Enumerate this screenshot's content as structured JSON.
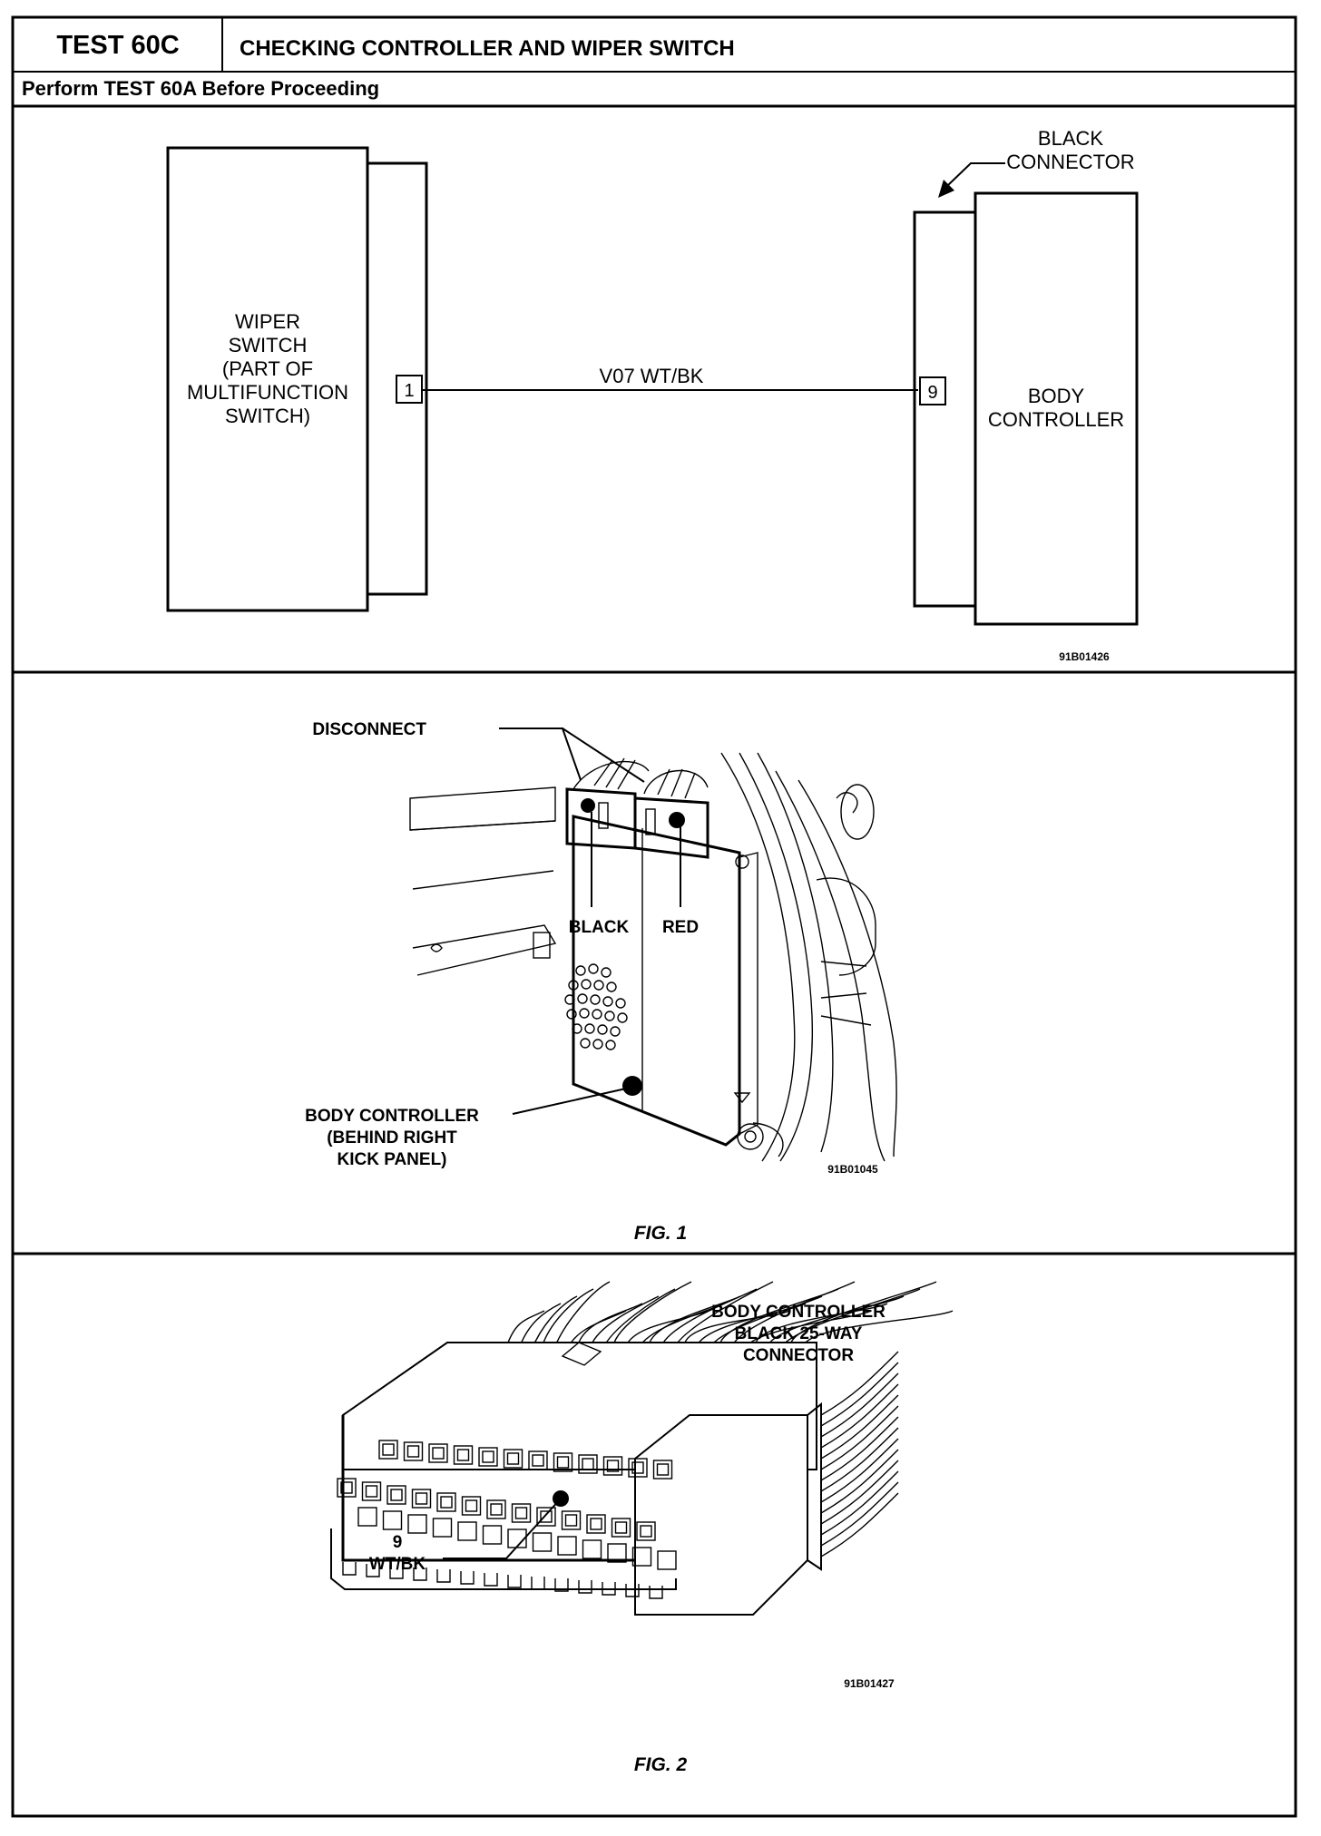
{
  "header": {
    "test_id": "TEST 60C",
    "title": "CHECKING CONTROLLER AND WIPER SWITCH",
    "subtitle": "Perform TEST 60A Before Proceeding"
  },
  "schematic": {
    "left_component": [
      "WIPER",
      "SWITCH",
      "(PART OF",
      "MULTIFUNCTION",
      "SWITCH)"
    ],
    "left_pin": "1",
    "wire_label": "V07  WT/BK",
    "right_pin": "9",
    "right_component": [
      "BODY",
      "CONTROLLER"
    ],
    "connector_callout": [
      "BLACK",
      "CONNECTOR"
    ],
    "drawing_code": "91B01426"
  },
  "fig1": {
    "callout_disconnect": "DISCONNECT",
    "label_black": "BLACK",
    "label_red": "RED",
    "callout_body": [
      "BODY CONTROLLER",
      "(BEHIND RIGHT",
      "KICK PANEL)"
    ],
    "drawing_code": "91B01045",
    "caption": "FIG. 1"
  },
  "fig2": {
    "title": [
      "BODY CONTROLLER",
      "BLACK 25-WAY",
      "CONNECTOR"
    ],
    "pin_callout": [
      "9",
      "WT/BK"
    ],
    "drawing_code": "91B01427",
    "caption": "FIG. 2"
  },
  "colors": {
    "ink": "#000000",
    "paper": "#ffffff"
  }
}
